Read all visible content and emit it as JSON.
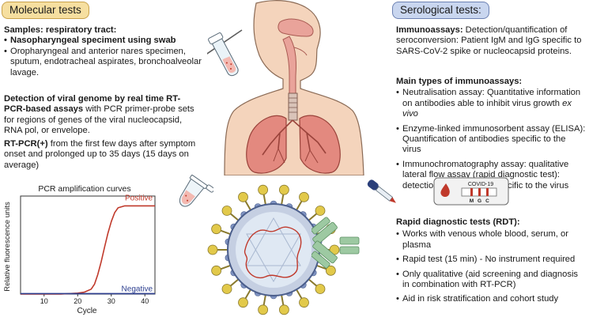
{
  "molecular": {
    "header": "Molecular tests",
    "samples_title": "Samples: respiratory tract:",
    "samples_items": [
      "Nasopharyngeal speciment using swab",
      "Oropharyngeal and anterior nares specimen, sputum, endotracheal aspirates, bronchoalveolar lavage."
    ],
    "detection_bold": "Detection of viral genome by real time RT-PCR-based assays",
    "detection_rest": " with PCR primer-probe sets for regions of genes of the viral nucleocapsid, RNA pol, or envelope.",
    "rtpcr_bold": "RT-PCR(+)",
    "rtpcr_rest": " from the first few days after symptom onset and prolonged up to 35 days (15 days on average)"
  },
  "serological": {
    "header": "Serological tests:",
    "immuno_bold": "Immunoassays:",
    "immuno_rest": " Detection/quantification of seroconversion: Patient IgM and IgG specific to SARS-CoV-2 spike or nucleocapsid proteins.",
    "main_types_title": "Main types of immunoassays:",
    "neutral_pre": "Neutralisation assay: Quantitative information on antibodies able to inhibit virus growth ",
    "neutral_em": "ex vivo",
    "elisa": "Enzyme-linked immunosorbent assay (ELISA): Quantification of antibodies specific to the virus",
    "immunochrom": "Immunochromatography assay: qualitative lateral flow assay (rapid diagnostic test): detection of antibodies specific to the virus"
  },
  "rdt": {
    "title": "Rapid diagnostic tests (RDT):",
    "items": [
      "Works with venous whole blood, serum, or plasma",
      "Rapid test (15 min) - No instrument required",
      "Only qualitative (aid screening and diagnosis in combination with RT-PCR)",
      "Aid in risk stratification and cohort study"
    ]
  },
  "cassette": {
    "label": "COVID-19",
    "letters": [
      "M",
      "G",
      "C"
    ]
  },
  "colors": {
    "positive": "#c0392b",
    "negative": "#2c3e8f",
    "molecular_pill": "#f6dfa0",
    "serological_pill": "#c9d6ef"
  },
  "chart_data": {
    "type": "line",
    "title": "PCR amplification curves",
    "xlabel": "Cycle",
    "ylabel": "Relative fluorescence units",
    "xlim": [
      3,
      43
    ],
    "ylim": [
      0,
      1
    ],
    "xticks": [
      10,
      20,
      30,
      40
    ],
    "series": [
      {
        "name": "Positive",
        "x": [
          3,
          10,
          15,
          20,
          22,
          24,
          25,
          26,
          27,
          28,
          29,
          30,
          31,
          32,
          34,
          36,
          40,
          43
        ],
        "y": [
          0.0,
          0.0,
          0.0,
          0.01,
          0.02,
          0.05,
          0.1,
          0.2,
          0.33,
          0.48,
          0.62,
          0.74,
          0.83,
          0.88,
          0.9,
          0.9,
          0.9,
          0.9
        ]
      },
      {
        "name": "Negative",
        "x": [
          3,
          43
        ],
        "y": [
          0.005,
          0.005
        ]
      }
    ]
  }
}
